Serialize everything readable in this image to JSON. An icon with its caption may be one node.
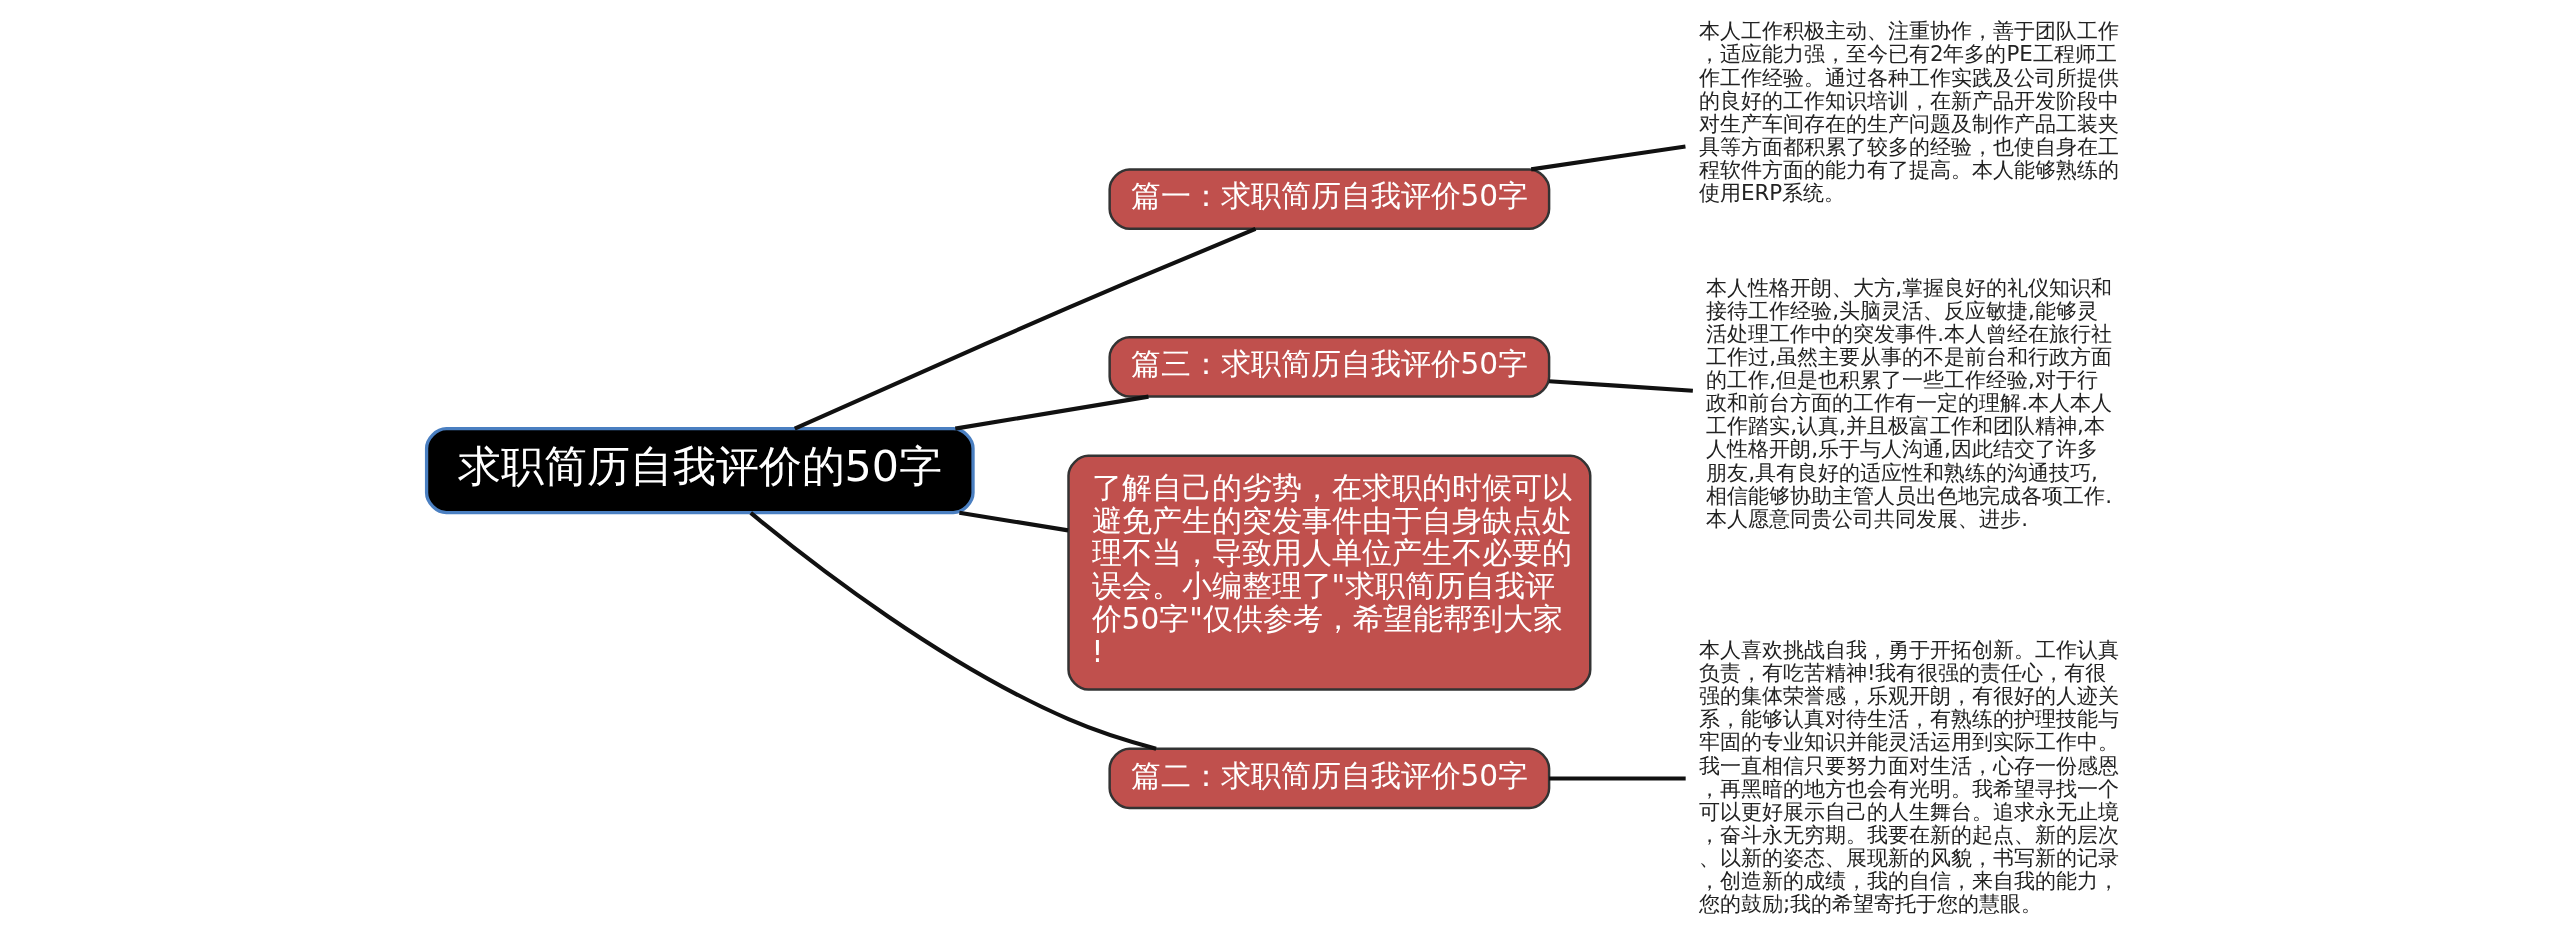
{
  "diagram": {
    "nodes": [
      {
        "text": [
          "求职简历自我评价的50字"
        ]
      },
      {
        "text": [
          "篇一：求职简历自我评价50字"
        ]
      },
      {
        "text": [
          "本人工作积极主动、注重协作，善于团队工作，适应能力强，至今已有2年多的PE工程师工作工作经验。通过各种工作实践及公司所提供的良好的工作知识培训，在新产品开发阶段中对生产车间存在的生产问题及制作产品工装夹具等方面都积累了较多的经验，也使自身在工程软件方面的能力有了提高。本人能够熟练的使用ERP系统。"
        ]
      },
      {
        "text": [
          "篇三：求职简历自我评价50字"
        ]
      },
      {
        "text": [
          "本人性格开朗、大方,掌握良好的礼仪知识和接待工作经验,头脑灵活、反应敏捷,能够灵活处理工作中的突发事件.本人曾经在旅行社工作过,虽然主要从事的不是前台和行政方面的工作,但是也积累了一些工作经验,对于行政和前台方面的工作有一定的理解.本人本人工作踏实,认真,并且极富工作和团队精神,本人性格开朗,乐于与人沟通,因此结交了许多朋友,具有良好的适应性和熟练的沟通技巧,相信能够协助主管人员出色地完成各项工作.本人愿意同贵公司共同发展、进步."
        ]
      },
      {
        "text": [
          "了解自己的劣势，在求职的时候可以避免产生的突发事件由于自身缺点处理不当，导致用人单位产生不必要的误会。小编整理了\"求职简历自我评价50字\"仅供参考，希望能帮到大家!"
        ]
      },
      {
        "text": [
          "篇二：求职简历自我评价50字"
        ]
      },
      {
        "text": [
          "本人喜欢挑战自我，勇于开拓创新。工作认真负责，有吃苦精神!我有很强的责任心，有很强的集体荣誉感，乐观开朗，有很好的人迹关系，能够认真对待生活，有熟练的护理技能与牢固的专业知识并能灵活运用到实际工作中。我一直相信只要努力面对生活，心存一份感恩，再黑暗的地方也会有光明。我希望寻找一个可以更好展示自己的人生舞台。追求永无止境，奋斗永无穷期。我要在新的起点、新的层次、以新的姿态、展现新的风貌，书写新的记录，创造新的成绩，我的自信，来自我的能力，您的鼓励;我的希望寄托于您的慧眼。"
        ]
      }
    ],
    "edges": [
      {
        "from": 0,
        "to": 1,
        "arrow": "none"
      },
      {
        "from": 1,
        "to": 2,
        "arrow": "none"
      },
      {
        "from": 0,
        "to": 3,
        "arrow": "none"
      },
      {
        "from": 3,
        "to": 4,
        "arrow": "none"
      },
      {
        "from": 0,
        "to": 5,
        "arrow": "none"
      },
      {
        "from": 0,
        "to": 6,
        "arrow": "none"
      },
      {
        "from": 6,
        "to": 7,
        "arrow": "none"
      }
    ]
  }
}
